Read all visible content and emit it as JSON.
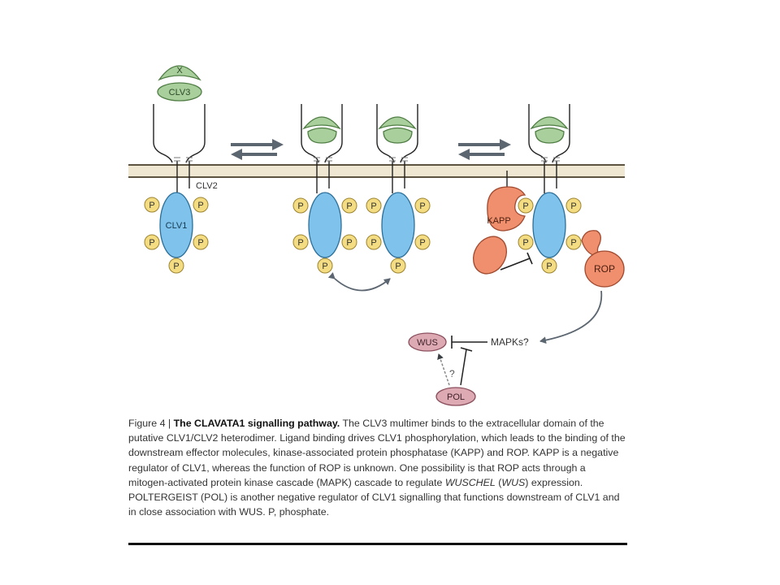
{
  "labels": {
    "x": "X",
    "clv3": "CLV3",
    "clv2": "CLV2",
    "clv1": "CLV1",
    "p": "P",
    "kapp": "KAPP",
    "rop": "ROP",
    "wus": "WUS",
    "mapks": "MAPKs?",
    "pol": "POL",
    "question": "?"
  },
  "caption": {
    "figure_number": "Figure 4 | ",
    "title": "The CLAVATA1 signalling pathway.",
    "text_1": " The CLV3 multimer binds to the extracellular domain of the putative CLV1/CLV2 heterodimer. Ligand binding drives CLV1 phosphorylation, which leads to the binding of the downstream effector molecules, kinase-associated protein phosphatase (KAPP) and ROP. KAPP is a negative regulator of CLV1, whereas the function of ROP is unknown. One possibility is that ROP acts through a mitogen-activated protein kinase cascade (MAPK) cascade to regulate ",
    "wuschel": "WUSCHEL",
    "text_2": " (",
    "wus": "WUS",
    "text_3": ") expression. POLTERGEIST (POL) is another negative regulator of CLV1 signalling that functions downstream of CLV1 and in close association with WUS. P, phosphate."
  },
  "colors": {
    "green_fill": "#a9cf9c",
    "green_stroke": "#4f7d44",
    "clv1_fill": "#7fc3ec",
    "clv1_stroke": "#2c6f99",
    "phosphate_fill": "#f4dc83",
    "phosphate_stroke": "#9c8432",
    "orange_fill": "#f08f6d",
    "orange_stroke": "#a04a30",
    "pink_fill": "#ddaab4",
    "pink_stroke": "#8a4f5d",
    "membrane": "#efe7d2",
    "arrow": "#5c6670"
  }
}
